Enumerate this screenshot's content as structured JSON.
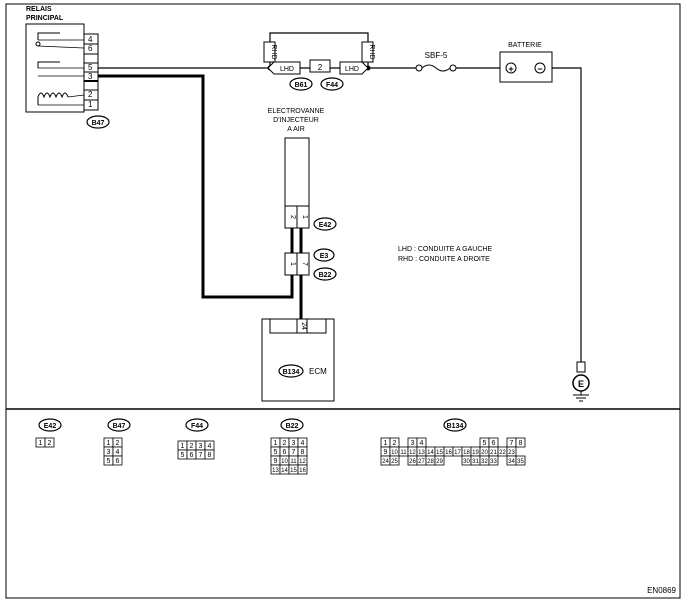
{
  "relay": {
    "title_line1": "RELAIS",
    "title_line2": "PRINCIPAL",
    "pins": [
      "4",
      "6",
      "5",
      "3",
      "2",
      "1"
    ],
    "connector": "B47"
  },
  "injector": {
    "title_line1": "ELECTROVANNE",
    "title_line2": "D'INJECTEUR",
    "title_line3": "A AIR",
    "connector": "E42",
    "pins": [
      "2",
      "1"
    ]
  },
  "joint": {
    "connector_top": "E3",
    "connector_bottom": "B22",
    "pins": [
      "1",
      "7"
    ]
  },
  "ecm": {
    "connector": "B134",
    "label": "ECM",
    "pin": "24"
  },
  "top_wiring": {
    "rhd_label": "RHD",
    "lhd_label": "LHD",
    "box_pin": "2",
    "connector_left": "B61",
    "connector_right": "F44",
    "fuse": "SBF-5",
    "battery": "BATTERIE",
    "battery_plus": "+",
    "battery_minus": "−",
    "ground": "E"
  },
  "legend": {
    "lhd": "LHD : CONDUITE A GAUCHE",
    "rhd": "RHD : CONDUITE A DROITE"
  },
  "connectors": [
    {
      "id": "E42",
      "rows": [
        [
          "1",
          "2"
        ]
      ]
    },
    {
      "id": "B47",
      "rows": [
        [
          "1",
          "2"
        ],
        [
          "3",
          "4"
        ],
        [
          "5",
          "6"
        ]
      ]
    },
    {
      "id": "F44",
      "rows": [
        [
          "1",
          "2",
          "3",
          "4"
        ],
        [
          "5",
          "6",
          "7",
          "8"
        ]
      ]
    },
    {
      "id": "B22",
      "rows": [
        [
          "1",
          "2",
          "3",
          "4"
        ],
        [
          "5",
          "6",
          "7",
          "8"
        ],
        [
          "9",
          "10",
          "11",
          "12"
        ],
        [
          "13",
          "14",
          "15",
          "16"
        ]
      ]
    },
    {
      "id": "B134",
      "rows": [
        [
          "1",
          "2",
          "",
          "3",
          "4",
          "",
          "",
          "",
          "",
          "",
          "",
          "5",
          "6",
          "",
          "7",
          "8"
        ],
        [
          "9",
          "10",
          "11",
          "12",
          "13",
          "14",
          "15",
          "16",
          "17",
          "18",
          "19",
          "20",
          "21",
          "22",
          "23"
        ],
        [
          "24",
          "25",
          "",
          "26",
          "27",
          "28",
          "29",
          "",
          "",
          "30",
          "31",
          "32",
          "33",
          "",
          "34",
          "35"
        ]
      ]
    }
  ],
  "code": "EN0869"
}
